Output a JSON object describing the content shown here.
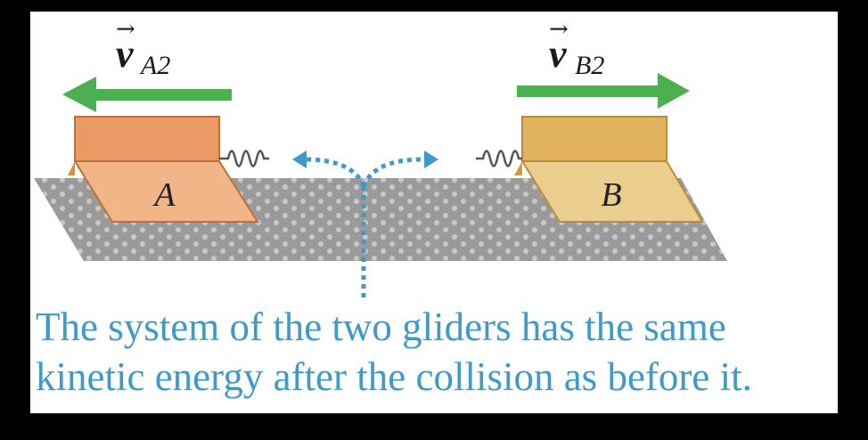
{
  "glider_a": {
    "label": "A",
    "velocity_symbol": "v",
    "velocity_subscript": "A2",
    "arrow_direction": "left",
    "color": "#e8935a"
  },
  "glider_b": {
    "label": "B",
    "velocity_symbol": "v",
    "velocity_subscript": "B2",
    "arrow_direction": "right",
    "color": "#e3b766"
  },
  "arrow_color": "#4caf50",
  "caption_color": "#3d9ac9",
  "caption": {
    "line1": "The system of the two gliders has the same",
    "line2": "kinetic energy after the collision as before it."
  }
}
